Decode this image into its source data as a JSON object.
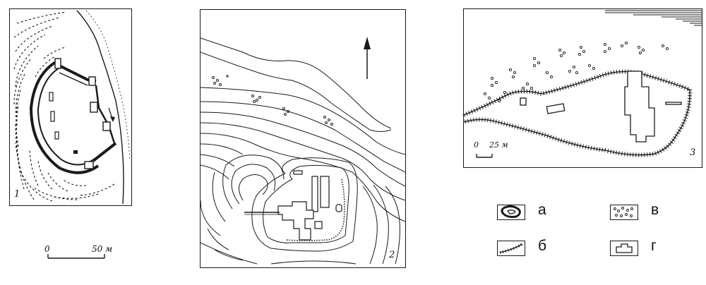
{
  "figures": [
    {
      "id": "1",
      "number_label": "1"
    },
    {
      "id": "2",
      "number_label": "2"
    },
    {
      "id": "3",
      "number_label": "3"
    }
  ],
  "scales": {
    "fig1": {
      "zero": "0",
      "end": "50 м"
    },
    "fig3": {
      "zero": "0",
      "end": "25 м"
    }
  },
  "legend": [
    {
      "key": "a",
      "letter": "а"
    },
    {
      "key": "b",
      "letter": "б"
    },
    {
      "key": "v",
      "letter": "в"
    },
    {
      "key": "g",
      "letter": "г"
    }
  ],
  "colors": {
    "ink": "#1a1a1a",
    "paper": "#ffffff"
  }
}
